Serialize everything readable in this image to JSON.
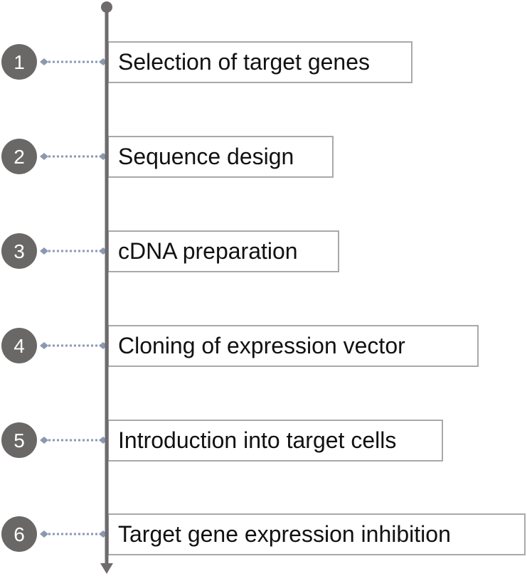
{
  "colors": {
    "timeline": "#6f6b6c",
    "circle": "#6a6767",
    "connector": "#8a99b1",
    "box_border": "#a9a9a9",
    "text": "#111111"
  },
  "steps": [
    {
      "number": "1",
      "label": "Selection of target genes"
    },
    {
      "number": "2",
      "label": "Sequence design"
    },
    {
      "number": "3",
      "label": "cDNA preparation"
    },
    {
      "number": "4",
      "label": "Cloning of expression vector"
    },
    {
      "number": "5",
      "label": "Introduction into target cells"
    },
    {
      "number": "6",
      "label": "Target gene expression inhibition"
    }
  ]
}
